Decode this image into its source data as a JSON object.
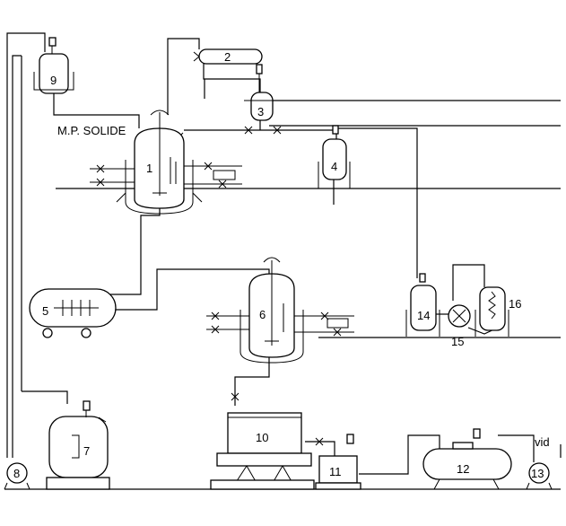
{
  "diagram": {
    "feed_label": "M.P. SOLIDE",
    "vacuum_label": "vid",
    "equipment": [
      {
        "id": "1"
      },
      {
        "id": "2"
      },
      {
        "id": "3"
      },
      {
        "id": "4"
      },
      {
        "id": "5"
      },
      {
        "id": "6"
      },
      {
        "id": "7"
      },
      {
        "id": "8"
      },
      {
        "id": "9"
      },
      {
        "id": "10"
      },
      {
        "id": "11"
      },
      {
        "id": "12"
      },
      {
        "id": "13"
      },
      {
        "id": "14"
      },
      {
        "id": "15"
      },
      {
        "id": "16"
      }
    ]
  }
}
